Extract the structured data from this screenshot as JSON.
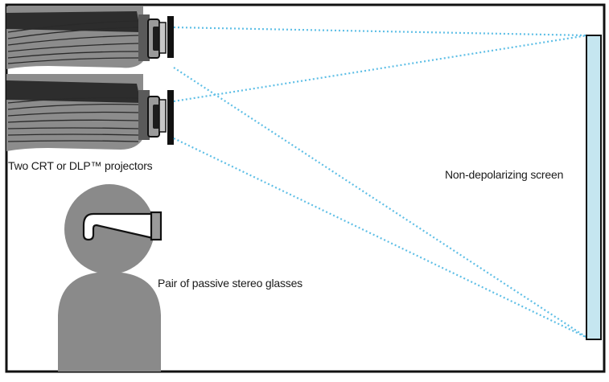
{
  "labels": {
    "projectors": "Two CRT or DLP™ projectors",
    "screen": "Non-depolarizing screen",
    "glasses": "Pair of passive stereo glasses"
  },
  "colors": {
    "frame": "#111111",
    "projector_body": "#8c8c8c",
    "projector_dark": "#1c1c1c",
    "person": "#8a8a8a",
    "screen_fill": "#c5e6f0",
    "beam": "#5fbfe6",
    "glasses_fill": "#ffffff"
  },
  "icons": {
    "projector": "projector-icon",
    "person": "viewer-silhouette-icon",
    "glasses": "stereo-glasses-icon",
    "screen": "projection-screen-icon"
  }
}
